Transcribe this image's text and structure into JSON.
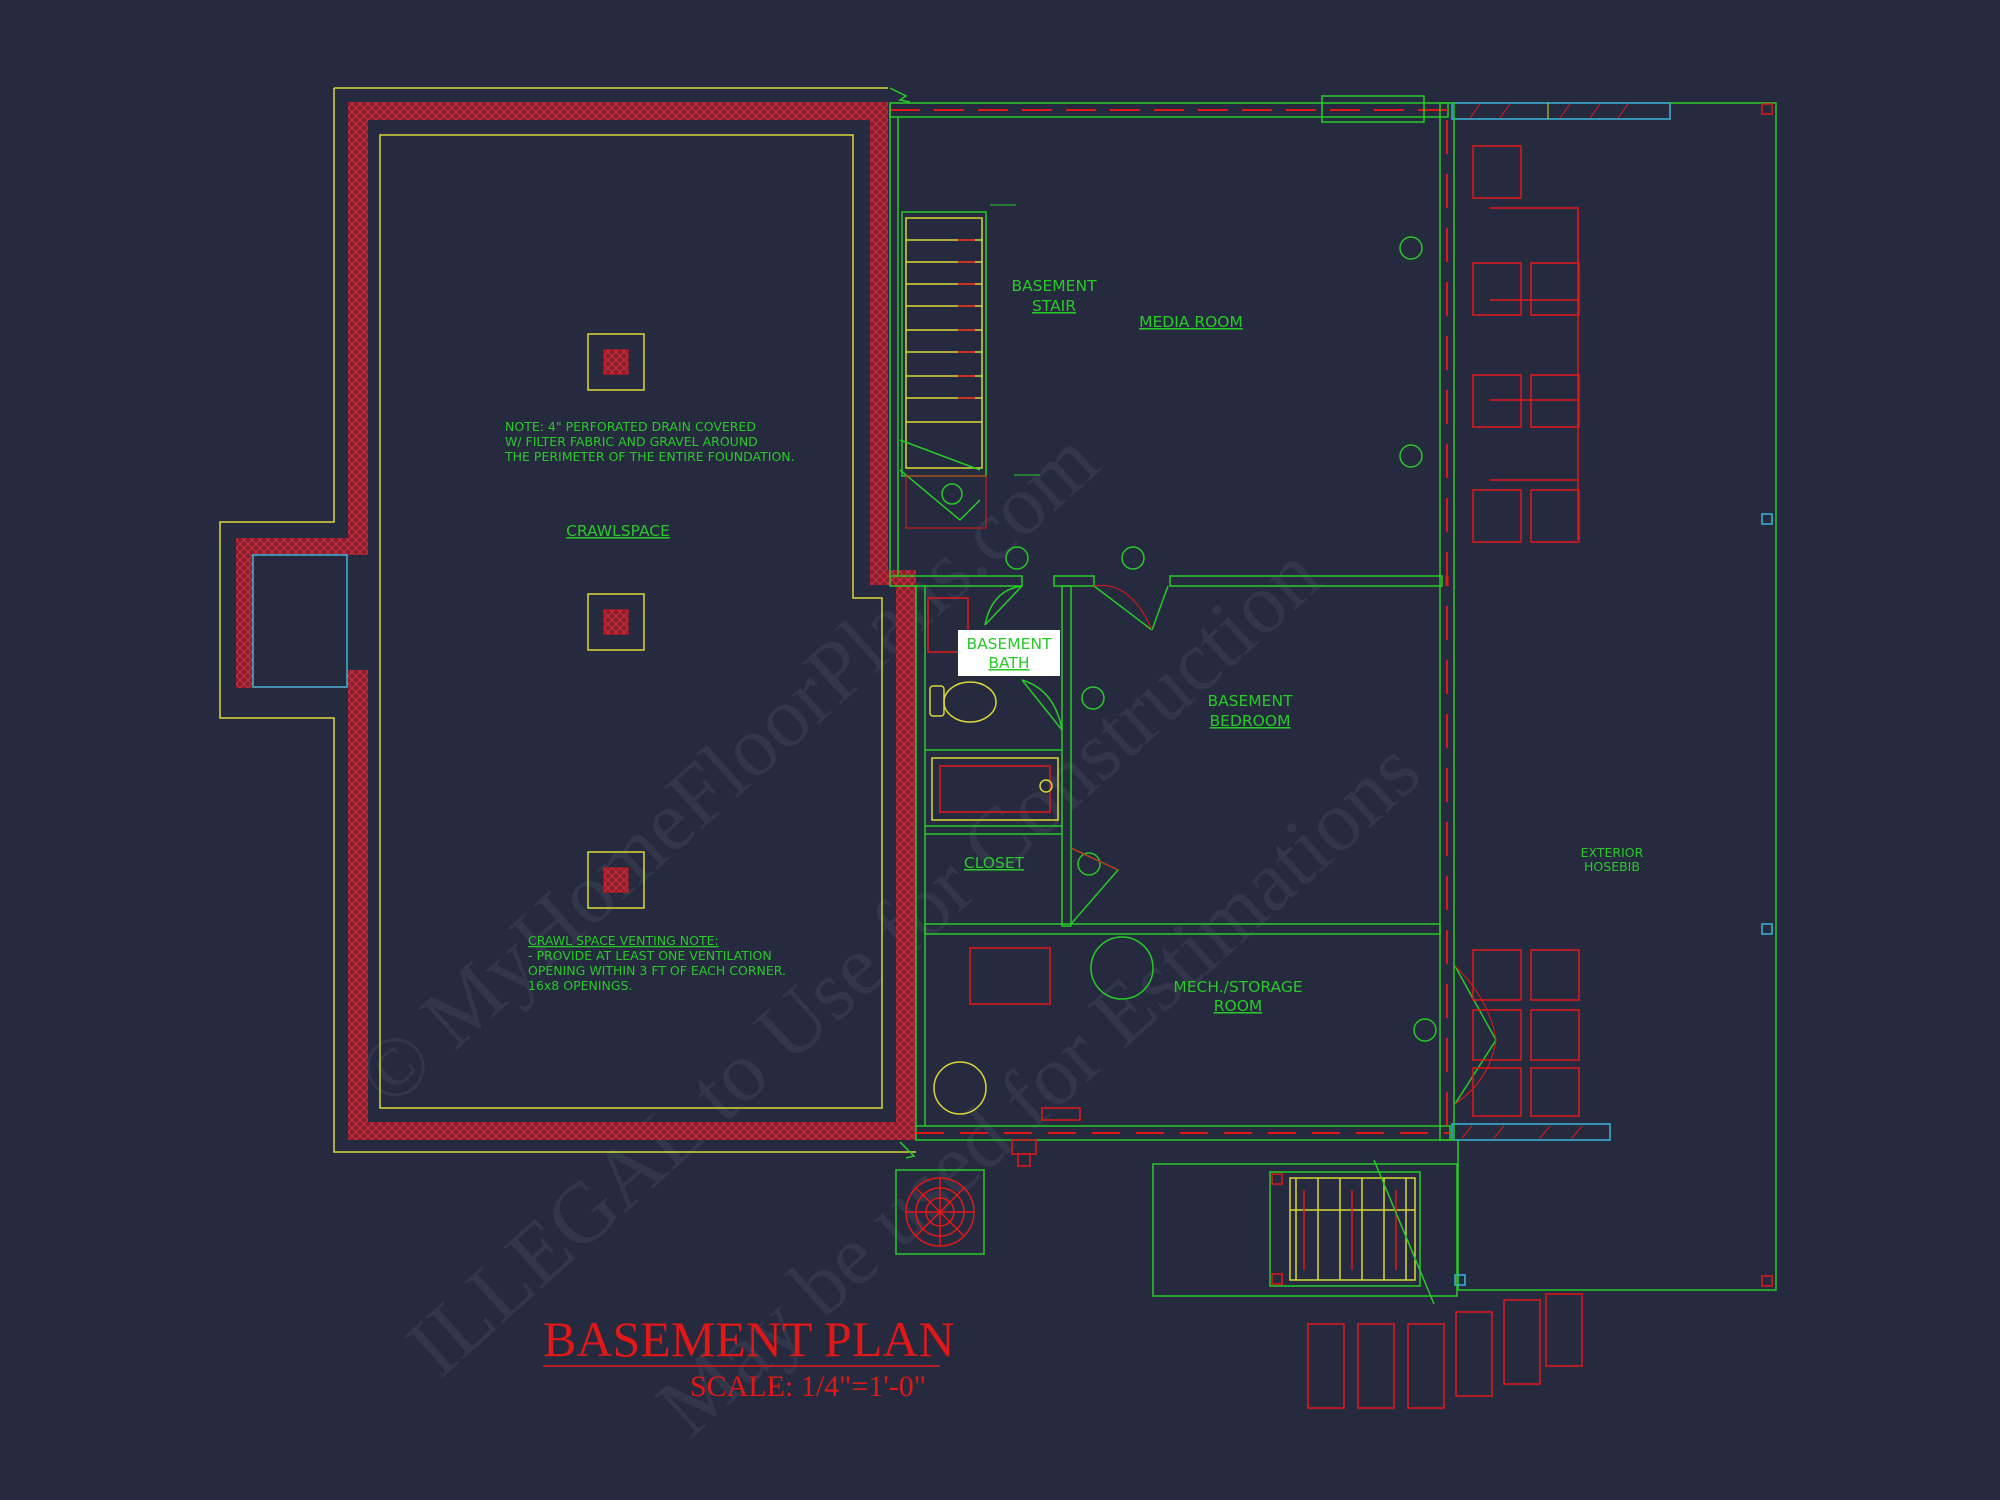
{
  "title": "BASEMENT PLAN",
  "scale": "SCALE: 1/4\"=1'-0\"",
  "rooms": {
    "crawlspace": "CRAWLSPACE",
    "stair": [
      "BASEMENT",
      "STAIR"
    ],
    "media": "MEDIA ROOM",
    "bath": [
      "BASEMENT",
      "BATH"
    ],
    "bedroom": [
      "BASEMENT",
      "BEDROOM"
    ],
    "closet": "CLOSET",
    "mech": [
      "MECH./STORAGE",
      "ROOM"
    ],
    "hosebib": [
      "EXTERIOR",
      "HOSEBIB"
    ]
  },
  "notes": {
    "drain": [
      "NOTE: 4\" PERFORATED DRAIN COVERED",
      "W/ FILTER FABRIC AND GRAVEL AROUND",
      "THE PERIMETER OF THE ENTIRE FOUNDATION."
    ],
    "venting": [
      "CRAWL SPACE VENTING NOTE:",
      "- PROVIDE AT LEAST ONE VENTILATION",
      "OPENING WITHIN 3 FT OF EACH CORNER.",
      "16x8 OPENINGS."
    ]
  },
  "watermark": {
    "line1": "© MyHomeFloorPlans.com",
    "line2": "ILLEGAL to Use for Construction",
    "line3": "May be used for Estimations"
  },
  "colors": {
    "background": "#262a3f",
    "wall": "#e01818",
    "outline": "#d8d838",
    "line": "#28c928",
    "cyan": "#3ab4d8",
    "title": "#e01818"
  }
}
